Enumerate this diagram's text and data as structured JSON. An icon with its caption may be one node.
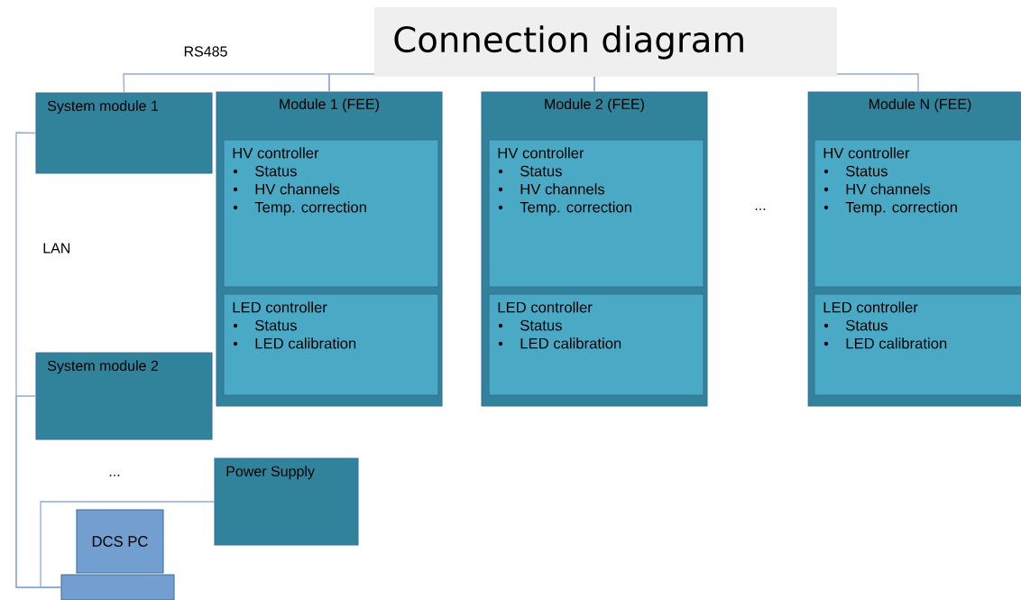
{
  "diagram": {
    "title": "Connection diagram",
    "nodes": [
      {
        "text": [
          "System module 1"
        ]
      },
      {
        "text": [
          "Module 1 (FEE)"
        ]
      },
      {
        "text": [
          "HV controller",
          "Status",
          "HV channels",
          "Temp. correction"
        ],
        "in": 1
      },
      {
        "text": [
          "LED controller",
          "Status",
          "LED calibration"
        ],
        "in": 1
      },
      {
        "text": [
          "Module 2 (FEE)"
        ]
      },
      {
        "text": [
          "HV controller",
          "Status",
          "HV channels",
          "Temp. correction"
        ],
        "in": 4
      },
      {
        "text": [
          "LED controller",
          "Status",
          "LED calibration"
        ],
        "in": 4
      },
      {
        "text": [
          "Module N (FEE)"
        ]
      },
      {
        "text": [
          "HV controller",
          "Status",
          "HV channels",
          "Temp. correction"
        ],
        "in": 7
      },
      {
        "text": [
          "LED controller",
          "Status",
          "LED calibration"
        ],
        "in": 7
      },
      {
        "text": [
          "System module 2"
        ]
      },
      {
        "text": [
          "Power Supply"
        ]
      },
      {
        "text": [
          "DCS PC"
        ]
      },
      {
        "text": [],
        "shape": "box"
      }
    ],
    "edges": [
      {
        "from": 0,
        "to": 1,
        "arrow": "none"
      },
      {
        "from": 1,
        "to": 4,
        "arrow": "none"
      },
      {
        "from": 4,
        "to": 7,
        "arrow": "none"
      },
      {
        "from": 0,
        "to": 13,
        "arrow": "none"
      },
      {
        "from": 10,
        "to": 13,
        "arrow": "none"
      },
      {
        "from": 11,
        "to": 13,
        "arrow": "none"
      }
    ],
    "labels": [
      "RS485",
      "LAN",
      "...",
      "..."
    ]
  }
}
